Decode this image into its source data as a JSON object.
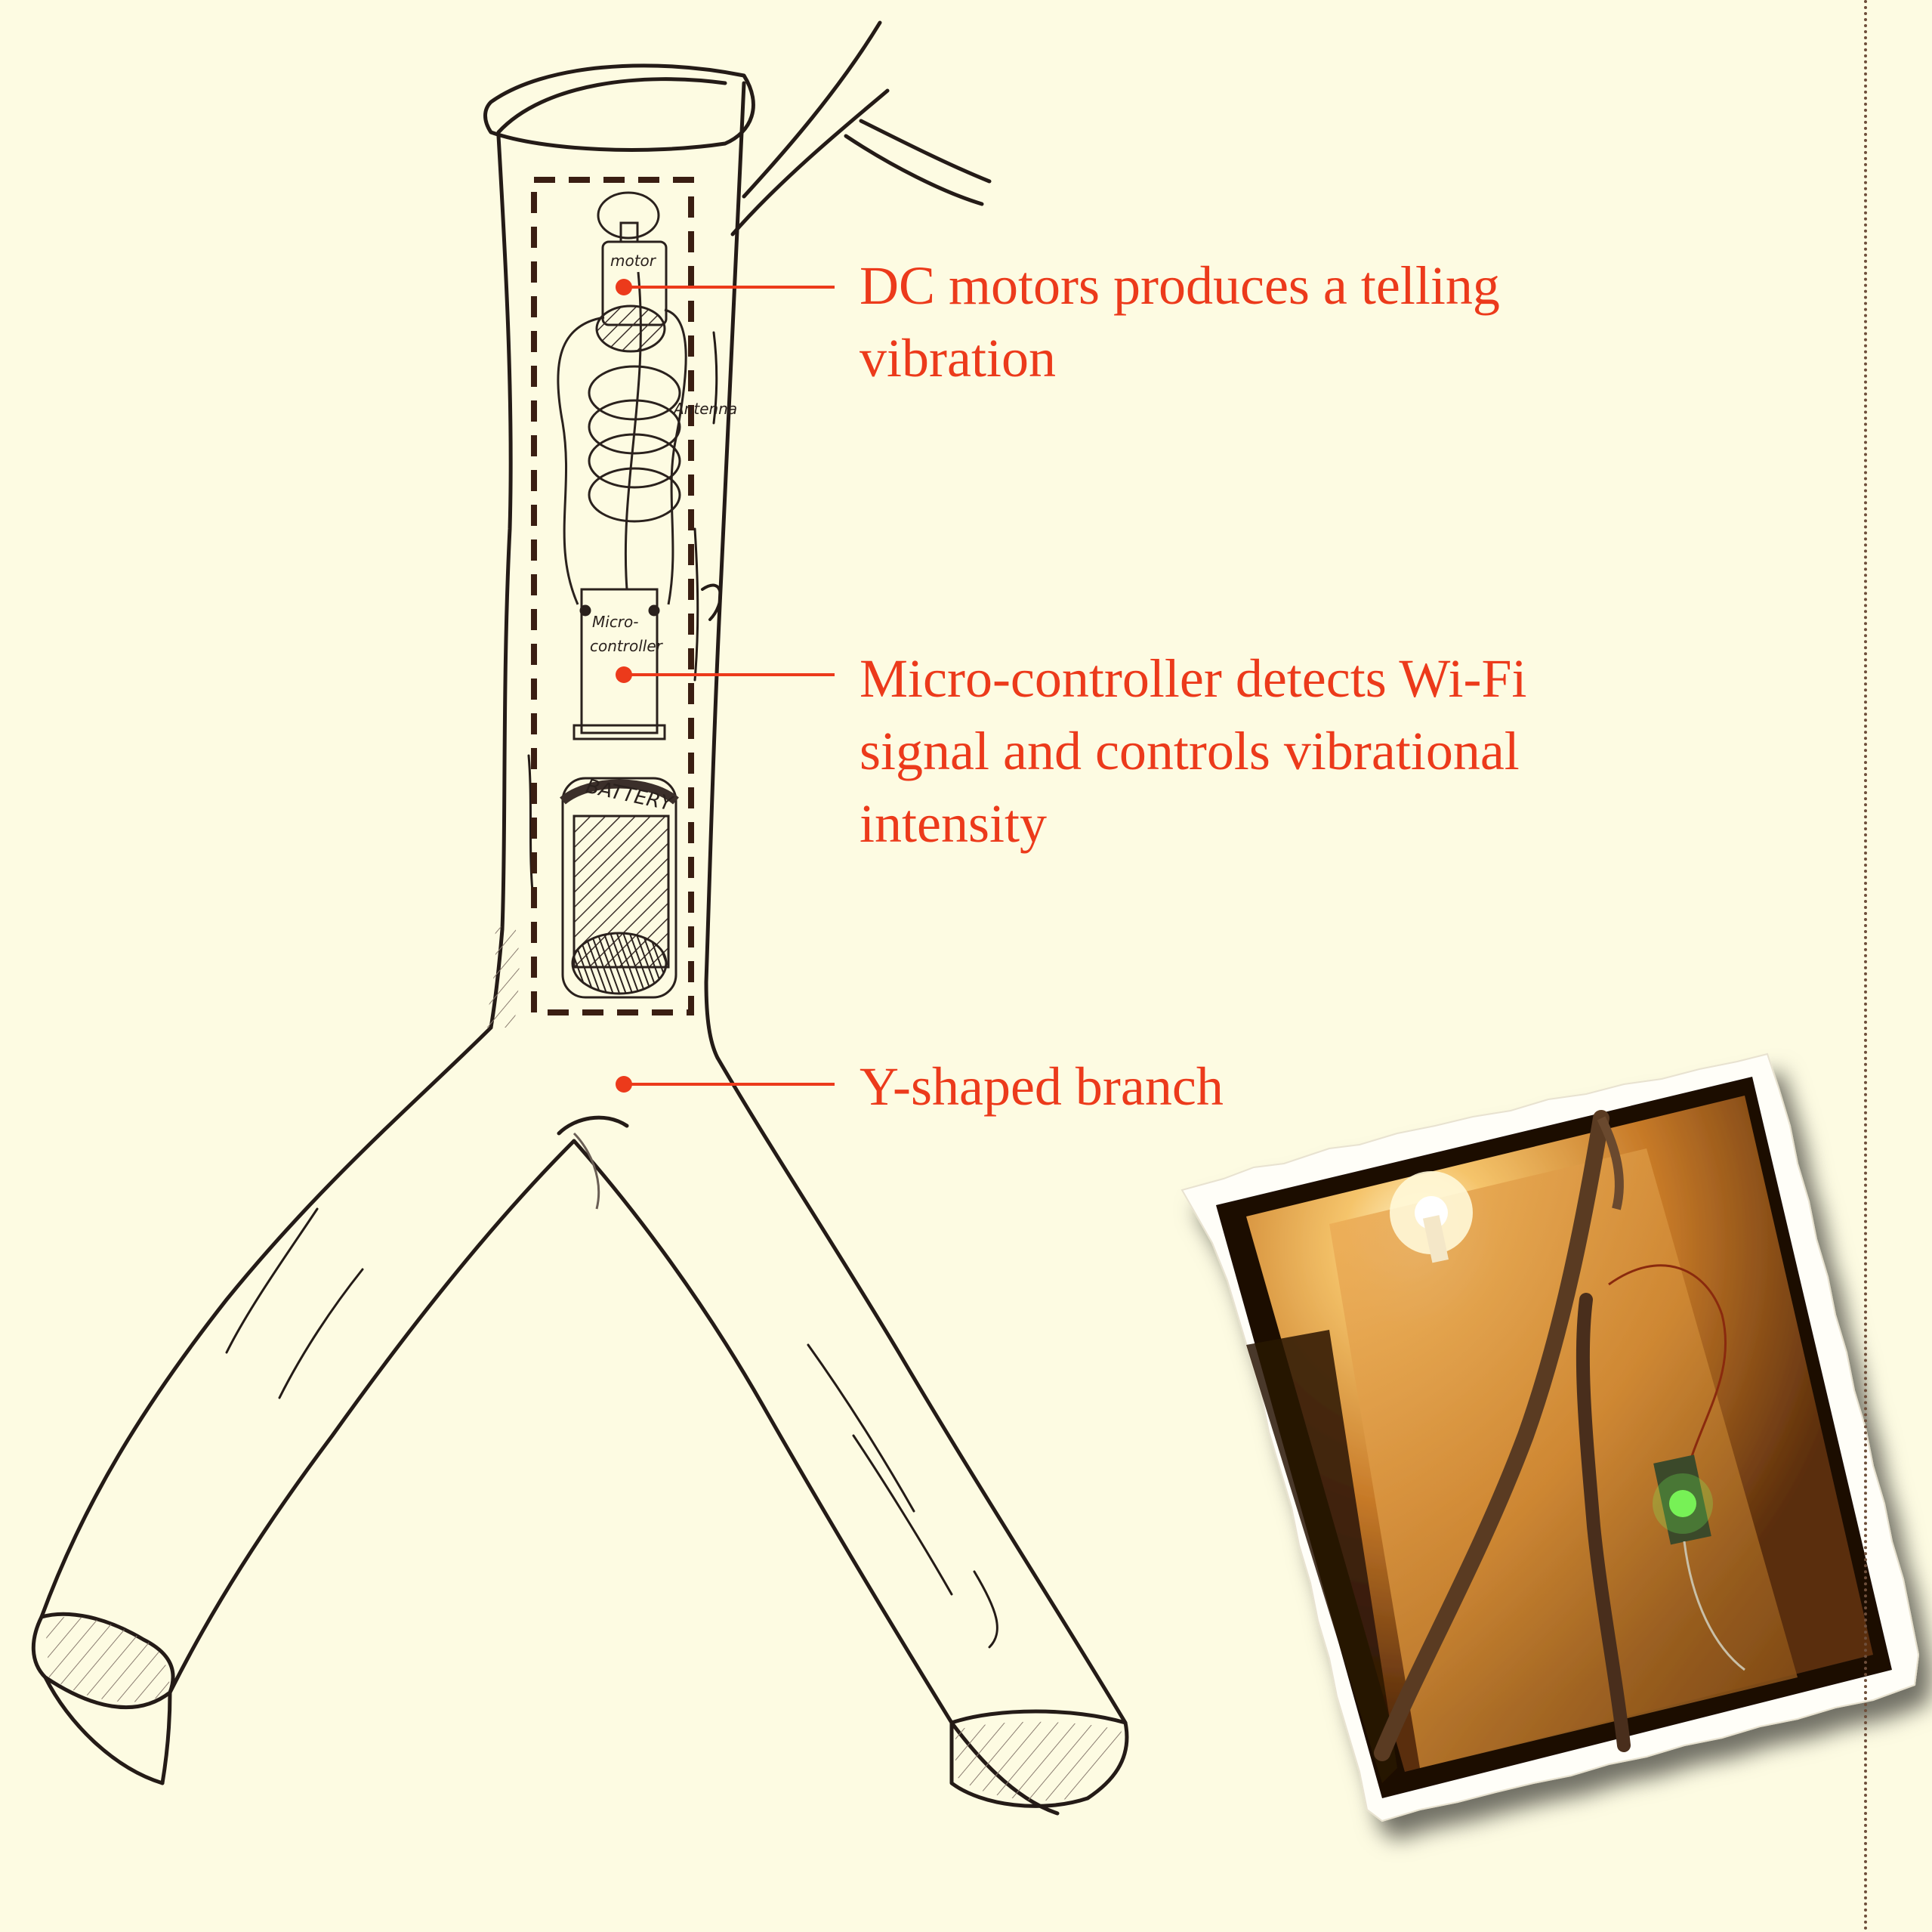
{
  "callouts": {
    "motor": "DC motors produces a  telling\nvibration",
    "micro_controller": "Micro-controller detects Wi-Fi\nsignal and controls vibrational\nintensity",
    "branch": "Y-shaped branch"
  },
  "sketch_labels": {
    "motor": "motor",
    "antenna": "Antenna",
    "micro_line1": "Micro-",
    "micro_line2": "controller",
    "battery": "BATTERY"
  },
  "colors": {
    "background": "#fdfbe2",
    "callout_red": "#ec3a1b",
    "ink": "#2a211d",
    "dashed_box": "#3a1e12"
  },
  "photo": {
    "subject": "photo-of-branch-prototype-on-table",
    "style": "torn-edge-print"
  }
}
